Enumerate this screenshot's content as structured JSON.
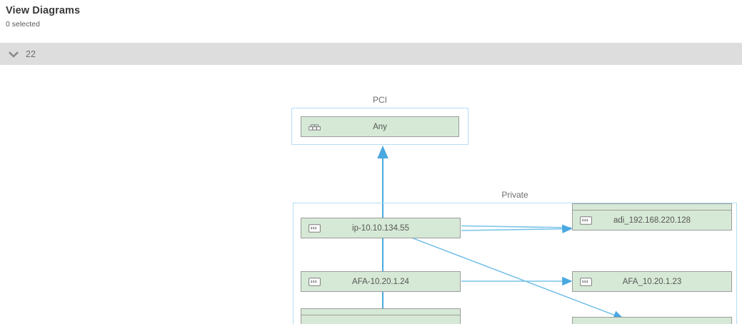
{
  "header": {
    "title": "View Diagrams",
    "subtitle": "0 selected"
  },
  "toolbar": {
    "chevron_icon": "chevron-down-icon",
    "count": "22"
  },
  "diagram": {
    "groups": [
      {
        "label": "PCI"
      },
      {
        "label": "Private"
      }
    ],
    "nodes": [
      {
        "label": "Any",
        "icon": "network-group-icon",
        "group": "PCI"
      },
      {
        "label": "ip-10.10.134.55",
        "icon": "host-icon",
        "group": "Private"
      },
      {
        "label": "adi_192.168.220.128",
        "icon": "host-icon",
        "group": "Private"
      },
      {
        "label": "AFA-10.20.1.24",
        "icon": "host-icon",
        "group": "Private"
      },
      {
        "label": "AFA_10.20.1.23",
        "icon": "host-icon",
        "group": "Private"
      },
      {
        "label": "",
        "icon": "host-icon",
        "group": "Private"
      },
      {
        "label": "",
        "icon": "host-icon",
        "group": "Private"
      }
    ],
    "colors": {
      "node_fill": "#d6e9d6",
      "node_border": "#9c9c9c",
      "group_border": "#b3ddf2",
      "edge": "#4aa8e0",
      "toolbar_bg": "#dddddd",
      "title_text": "#3b3b3b",
      "label_text": "#6f6f6f"
    }
  }
}
